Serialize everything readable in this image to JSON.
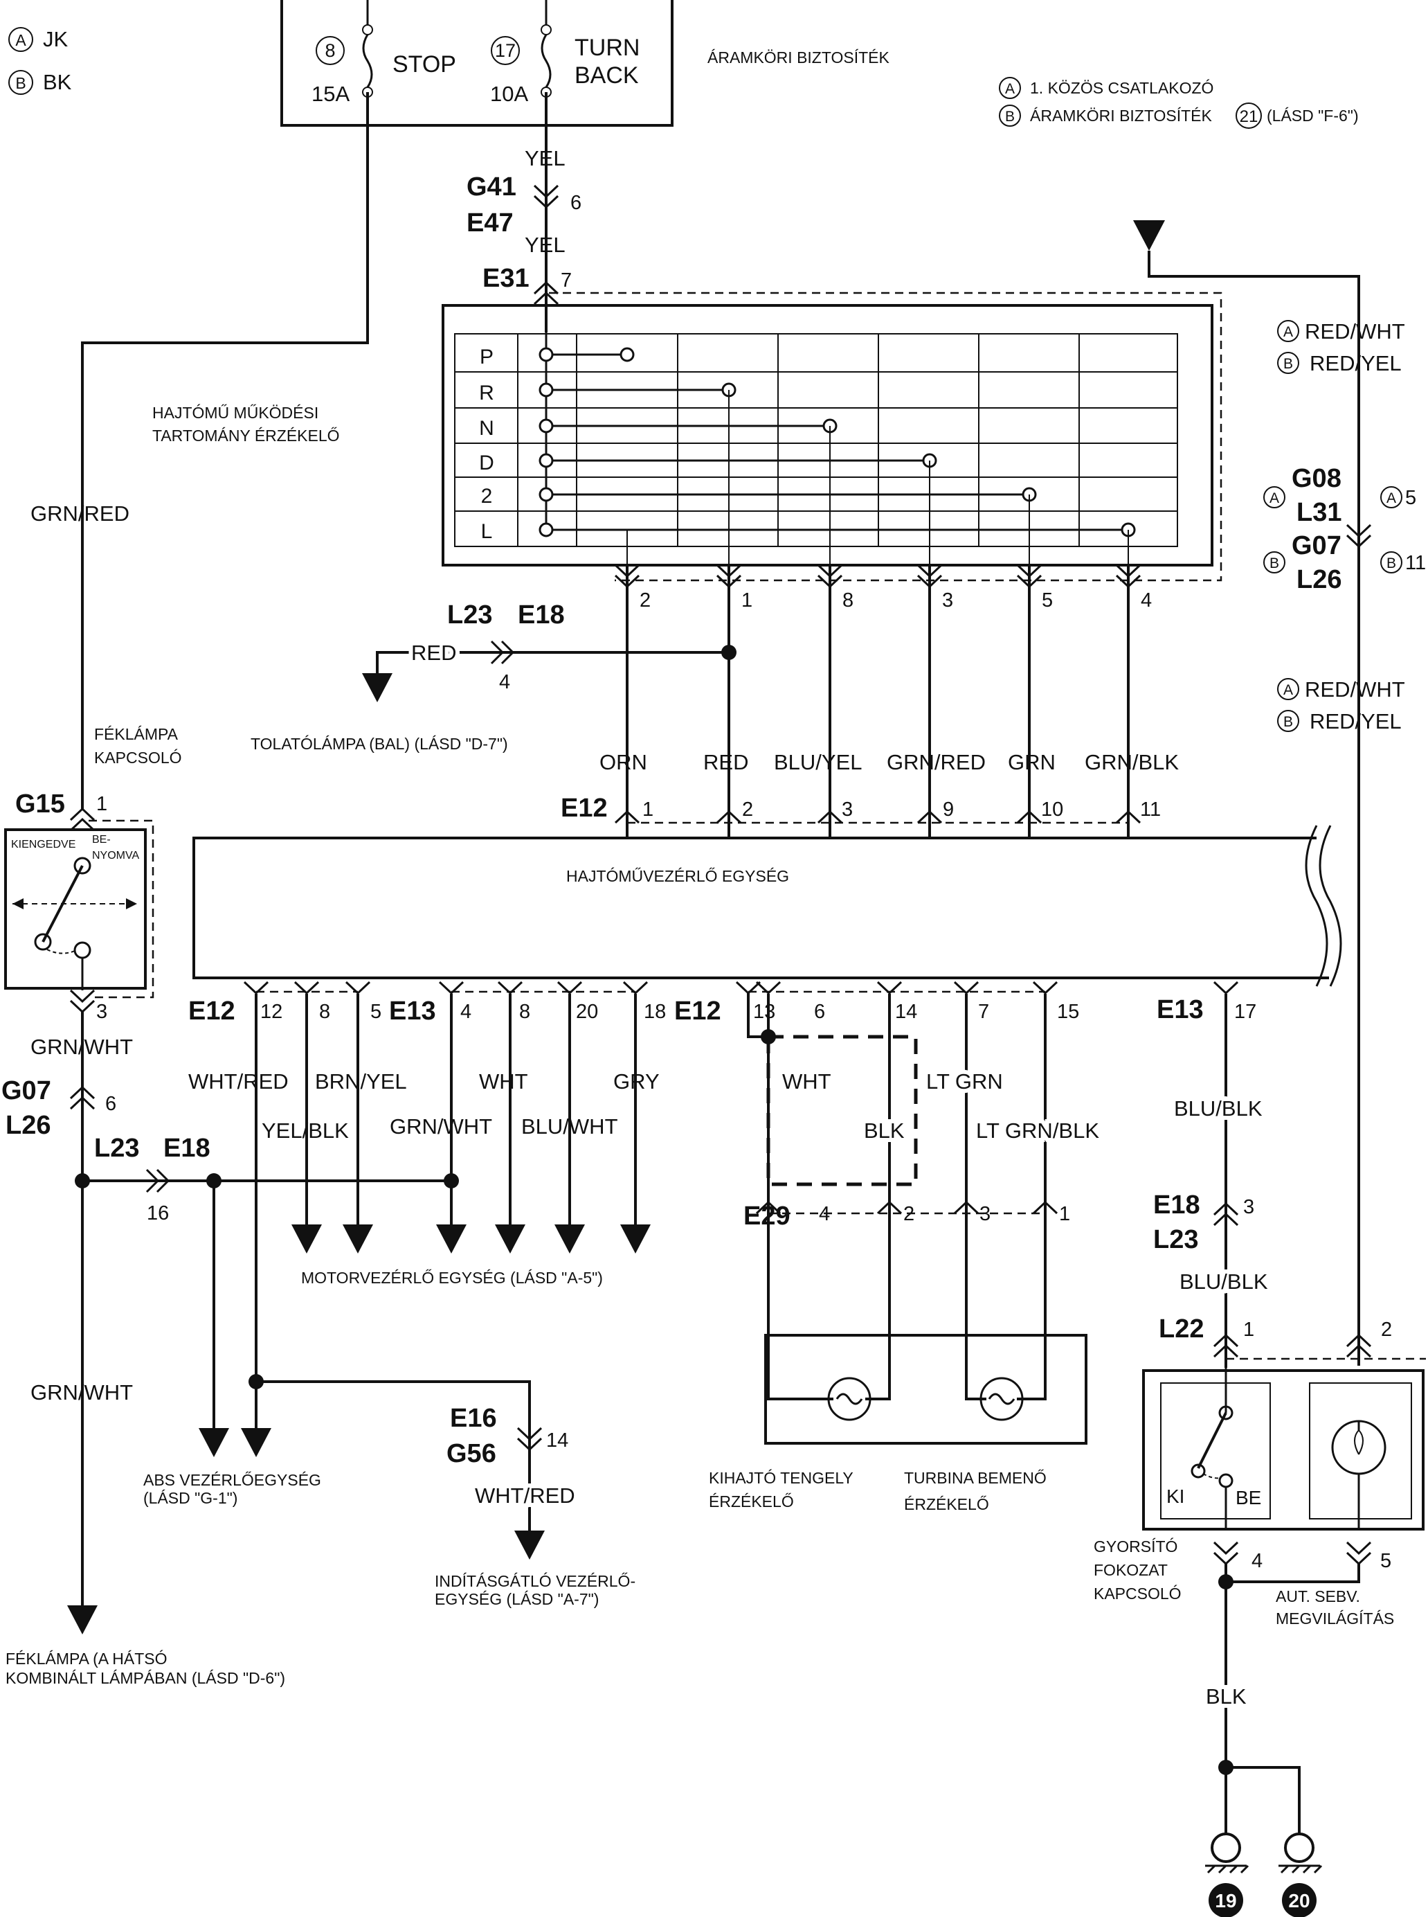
{
  "legend": [
    {
      "mark": "A",
      "text": "JK"
    },
    {
      "mark": "B",
      "text": "BK"
    }
  ],
  "top_notes": {
    "fuse_block": "ÁRAMKÖRI BIZTOSÍTÉK",
    "right_a": "1. KÖZÖS CSATLAKOZÓ",
    "right_b_prefix": "ÁRAMKÖRI BIZTOSÍTÉK",
    "right_b_num": "21",
    "right_b_suffix": "(LÁSD \"F-6\")"
  },
  "fuses": [
    {
      "num": "8",
      "name": "STOP",
      "amp": "15A"
    },
    {
      "num": "17",
      "name_1": "TURN",
      "name_2": "BACK",
      "amp": "10A"
    }
  ],
  "wires": {
    "yel_top": "YEL",
    "yel_bottom": "YEL",
    "grn_red_left": "GRN/RED",
    "red_wht_a1": "RED/WHT",
    "red_yel_b1": "RED/YEL",
    "red_wht_a2": "RED/WHT",
    "red_yel_b2": "RED/YEL",
    "red_reverse": "RED",
    "ecu_in": [
      "ORN",
      "RED",
      "BLU/YEL",
      "GRN/RED",
      "GRN",
      "GRN/BLK"
    ],
    "grn_wht_1": "GRN/WHT",
    "grn_wht_2": "GRN/WHT",
    "wht_red": "WHT/RED",
    "brn_yel": "BRN/YEL",
    "yel_blk": "YEL/BLK",
    "grn_wht_mid": "GRN/WHT",
    "wht": "WHT",
    "blu_wht": "BLU/WHT",
    "gry": "GRY",
    "wht_sensor": "WHT",
    "blk_sensor": "BLK",
    "lt_grn": "LT GRN",
    "lt_grn_blk": "LT GRN/BLK",
    "blu_blk_1": "BLU/BLK",
    "blu_blk_2": "BLU/BLK",
    "wht_red_low": "WHT/RED",
    "blk_ground": "BLK"
  },
  "connectors": {
    "g41": "G41",
    "e47": "E47",
    "e31": "E31",
    "l23_top": "L23",
    "e18_top": "E18",
    "g08": "G08",
    "l31": "L31",
    "g07_right": "G07",
    "l26_right": "L26",
    "g15": "G15",
    "e12_top": "E12",
    "g07_left": "G07",
    "l26_left": "L26",
    "l23_left": "L23",
    "e18_left": "E18",
    "e12_bl": "E12",
    "e13_bl": "E13",
    "e12_bm": "E12",
    "e13_br": "E13",
    "e29": "E29",
    "e18_right": "E18",
    "l23_right": "L23",
    "l22": "L22",
    "e16": "E16",
    "g56": "G56"
  },
  "pins": {
    "g41": "6",
    "e31": "7",
    "g08_a_mark": "A",
    "g08_a": "5",
    "g07_b_mark": "B",
    "g07_b": "11",
    "range_sensor": [
      "2",
      "1",
      "8",
      "3",
      "5",
      "4"
    ],
    "l23_top": "4",
    "g15_top": "1",
    "g15_bottom": "3",
    "e12_top": [
      "1",
      "2",
      "3",
      "9",
      "10",
      "11"
    ],
    "g07_left": "6",
    "l23_left": "16",
    "e12_bl": [
      "12",
      "8",
      "5"
    ],
    "e13_bl": [
      "4",
      "8",
      "20",
      "18"
    ],
    "e12_bm": [
      "13",
      "6",
      "14",
      "7",
      "15"
    ],
    "e13_br": "17",
    "e29": [
      "4",
      "2",
      "3",
      "1"
    ],
    "e18_right": "3",
    "l22": [
      "1",
      "2"
    ],
    "l22_bottom": [
      "4",
      "5"
    ],
    "e16": "14"
  },
  "range_table": {
    "rows": [
      "P",
      "R",
      "N",
      "D",
      "2",
      "L"
    ]
  },
  "components": {
    "range_sensor_1": "HAJTÓMŰ MŰKÖDÉSI",
    "range_sensor_2": "TARTOMÁNY ÉRZÉKELŐ",
    "reverse_lamp": "TOLATÓLÁMPA (BAL) (LÁSD \"D-7\")",
    "brake_switch_1": "FÉKLÁMPA",
    "brake_switch_2": "KAPCSOLÓ",
    "released": "KIENGEDVE",
    "pressed_1": "BE-",
    "pressed_2": "NYOMVA",
    "tcm": "HAJTÓMŰVEZÉRLŐ EGYSÉG",
    "ecm": "MOTORVEZÉRLŐ EGYSÉG (LÁSD \"A-5\")",
    "abs_1": "ABS VEZÉRLŐEGYSÉG",
    "abs_2": "(LÁSD \"G-1\")",
    "immobilizer_1": "INDÍTÁSGÁTLÓ VEZÉRLŐ-",
    "immobilizer_2": "EGYSÉG (LÁSD \"A-7\")",
    "output_sensor_1": "KIHAJTÓ TENGELY",
    "output_sensor_2": "ÉRZÉKELŐ",
    "turbine_sensor_1": "TURBINA BEMENŐ",
    "turbine_sensor_2": "ÉRZÉKELŐ",
    "overdrive_1": "GYORSÍTÓ",
    "overdrive_2": "FOKOZAT",
    "overdrive_3": "KAPCSOLÓ",
    "ki": "KI",
    "be": "BE",
    "illum_1": "AUT. SEBV.",
    "illum_2": "MEGVILÁGÍTÁS",
    "brake_lamp_1": "FÉKLÁMPA (A HÁTSÓ",
    "brake_lamp_2": "KOMBINÁLT LÁMPÁBAN (LÁSD \"D-6\")"
  },
  "grounds": [
    "19",
    "20"
  ]
}
